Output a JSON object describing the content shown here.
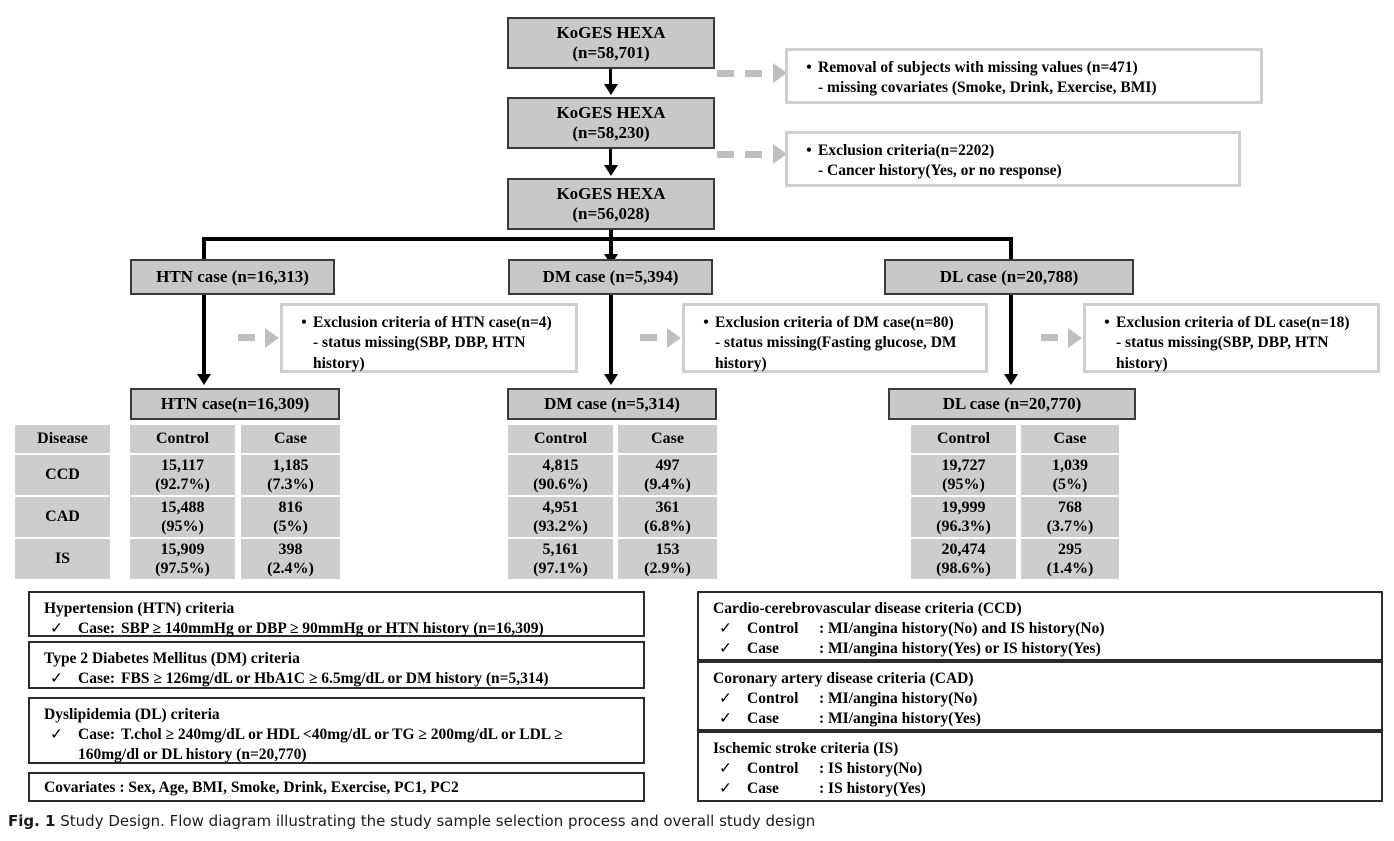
{
  "figure": {
    "caption_label": "Fig. 1",
    "caption_text": "Study Design. Flow diagram illustrating the study sample selection process and overall study design"
  },
  "flow": {
    "cohort_boxes": [
      {
        "line1": "KoGES HEXA",
        "line2": "(n=58,701)"
      },
      {
        "line1": "KoGES HEXA",
        "line2": "(n=58,230)"
      },
      {
        "line1": "KoGES HEXA",
        "line2": "(n=56,028)"
      }
    ],
    "exclusion_notes": [
      {
        "bullet": "Removal of subjects with missing values (n=471)",
        "detail": "- missing covariates (Smoke, Drink, Exercise, BMI)"
      },
      {
        "bullet": "Exclusion criteria(n=2202)",
        "detail": "- Cancer history(Yes, or no response)"
      }
    ],
    "branch_boxes": [
      {
        "label": "HTN case (n=16,313)"
      },
      {
        "label": "DM case (n=5,394)"
      },
      {
        "label": "DL case (n=20,788)"
      }
    ],
    "branch_notes": [
      {
        "bullet": "Exclusion criteria of HTN case(n=4)",
        "detail": "- status missing(SBP, DBP, HTN",
        "detail2": "history)"
      },
      {
        "bullet": "Exclusion criteria of DM case(n=80)",
        "detail": "- status missing(Fasting glucose, DM",
        "detail2": "history)"
      },
      {
        "bullet": "Exclusion criteria of DL case(n=18)",
        "detail": "- status missing(SBP, DBP, HTN",
        "detail2": "history)"
      }
    ],
    "final_boxes": [
      {
        "label": "HTN case(n=16,309)"
      },
      {
        "label": "DM case (n=5,314)"
      },
      {
        "label": "DL case (n=20,770)"
      }
    ]
  },
  "table": {
    "disease_header": "Disease",
    "row_labels": [
      "CCD",
      "CAD",
      "IS"
    ],
    "column_headers": [
      "Control",
      "Case"
    ],
    "groups": [
      {
        "name": "HTN",
        "rows": [
          {
            "control_n": "15,117",
            "control_p": "(92.7%)",
            "case_n": "1,185",
            "case_p": "(7.3%)"
          },
          {
            "control_n": "15,488",
            "control_p": "(95%)",
            "case_n": "816",
            "case_p": "(5%)"
          },
          {
            "control_n": "15,909",
            "control_p": "(97.5%)",
            "case_n": "398",
            "case_p": "(2.4%)"
          }
        ]
      },
      {
        "name": "DM",
        "rows": [
          {
            "control_n": "4,815",
            "control_p": "(90.6%)",
            "case_n": "497",
            "case_p": "(9.4%)"
          },
          {
            "control_n": "4,951",
            "control_p": "(93.2%)",
            "case_n": "361",
            "case_p": "(6.8%)"
          },
          {
            "control_n": "5,161",
            "control_p": "(97.1%)",
            "case_n": "153",
            "case_p": "(2.9%)"
          }
        ]
      },
      {
        "name": "DL",
        "rows": [
          {
            "control_n": "19,727",
            "control_p": "(95%)",
            "case_n": "1,039",
            "case_p": "(5%)"
          },
          {
            "control_n": "19,999",
            "control_p": "(96.3%)",
            "case_n": "768",
            "case_p": "(3.7%)"
          },
          {
            "control_n": "20,474",
            "control_p": "(98.6%)",
            "case_n": "295",
            "case_p": "(1.4%)"
          }
        ]
      }
    ]
  },
  "criteria_left": [
    {
      "title": "Hypertension (HTN) criteria",
      "check": "✓",
      "key": "Case:",
      "value": "SBP ≥ 140mmHg or DBP ≥ 90mmHg or HTN history (n=16,309)"
    },
    {
      "title": "Type 2 Diabetes Mellitus (DM) criteria",
      "check": "✓",
      "key": "Case:",
      "value": "FBS ≥ 126mg/dL or HbA1C ≥ 6.5mg/dL or DM history (n=5,314)"
    },
    {
      "title": "Dyslipidemia (DL) criteria",
      "check": "✓",
      "key": "Case:",
      "value": "T.chol ≥ 240mg/dL or  HDL <40mg/dL or TG ≥ 200mg/dL or LDL ≥",
      "value_wrap": "160mg/dl or DL history (n=20,770)"
    }
  ],
  "covariates": {
    "text": "Covariates : Sex, Age, BMI, Smoke, Drink, Exercise, PC1, PC2"
  },
  "criteria_right": [
    {
      "title": "Cardio-cerebrovascular disease criteria (CCD)",
      "rows": [
        {
          "check": "✓",
          "key": "Control",
          "value": ":  MI/angina history(No) and IS history(No)"
        },
        {
          "check": "✓",
          "key": "Case",
          "value": ": MI/angina history(Yes) or IS history(Yes)"
        }
      ]
    },
    {
      "title": "Coronary artery disease criteria (CAD)",
      "rows": [
        {
          "check": "✓",
          "key": "Control",
          "value": ":  MI/angina history(No)"
        },
        {
          "check": "✓",
          "key": "Case",
          "value": ": MI/angina history(Yes)"
        }
      ]
    },
    {
      "title": "Ischemic stroke criteria (IS)",
      "rows": [
        {
          "check": "✓",
          "key": "Control",
          "value": ":  IS history(No)"
        },
        {
          "check": "✓",
          "key": "Case",
          "value": ": IS history(Yes)"
        }
      ]
    }
  ],
  "colors": {
    "box_fill": "#c8c8c8",
    "cell_fill": "#cdcdcd",
    "box_border": "#3a3a3a",
    "note_border": "#cfcfcf",
    "connector": "#000000",
    "dashed_connector": "#bfbfbf"
  }
}
